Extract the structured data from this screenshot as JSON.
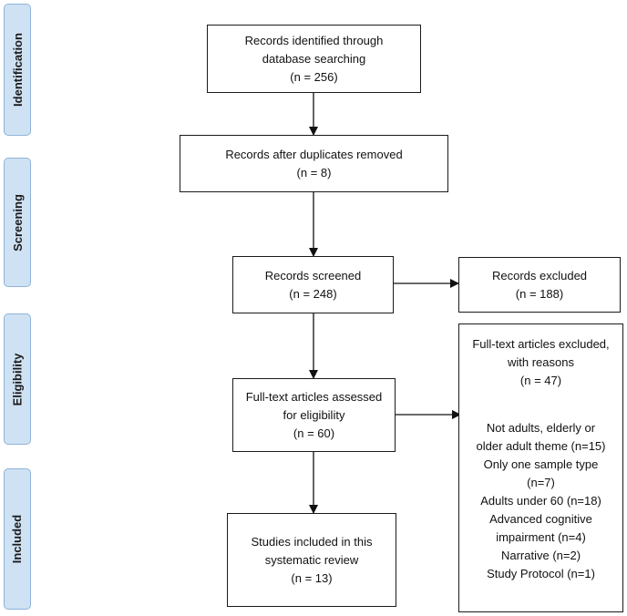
{
  "phases": {
    "identification": "Identification",
    "screening": "Screening",
    "eligibility": "Eligibility",
    "included": "Included"
  },
  "boxes": {
    "identified": {
      "line1": "Records identified through",
      "line2": "database searching",
      "count": "(n = 256)"
    },
    "duplicates": {
      "line1": "Records after duplicates removed",
      "count": "(n = 8)"
    },
    "screened": {
      "line1": "Records screened",
      "count": "(n = 248)"
    },
    "excluded": {
      "line1": "Records excluded",
      "count": "(n = 188)"
    },
    "assessed": {
      "line1": "Full-text articles assessed",
      "line2": "for eligibility",
      "count": "(n = 60)"
    },
    "fulltext_excluded": {
      "line1": "Full-text articles excluded,",
      "line2": "with reasons",
      "count": "(n = 47)",
      "reasons": [
        "Not adults, elderly or",
        "older adult theme (n=15)",
        "Only one sample type",
        "(n=7)",
        "Adults under 60 (n=18)",
        "Advanced cognitive",
        "impairment (n=4)",
        "Narrative (n=2)",
        "Study Protocol (n=1)"
      ]
    },
    "included": {
      "line1": "Studies included in this",
      "line2": "systematic review",
      "count": "(n = 13)"
    }
  }
}
